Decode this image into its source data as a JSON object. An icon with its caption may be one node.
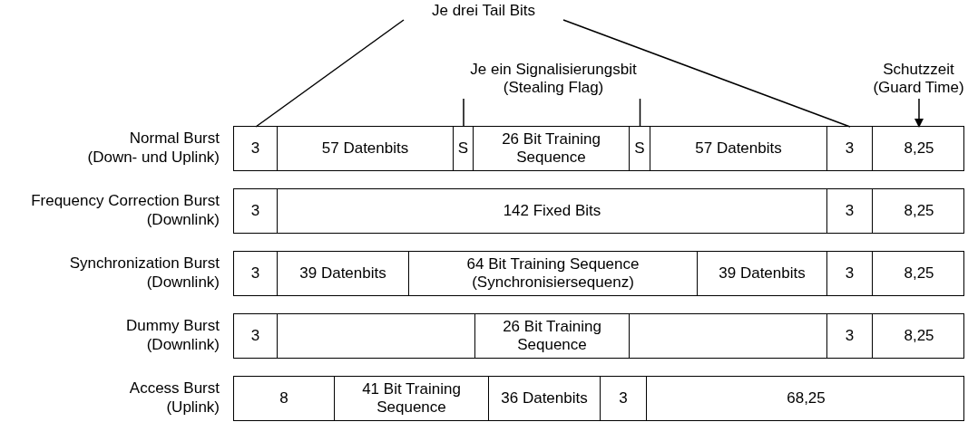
{
  "diagram": {
    "nodes": [
      {
        "text": [
          "Je drei Tail Bits"
        ]
      },
      {
        "text": [
          "Je ein Signalisierungsbit (Stealing Flag)"
        ]
      },
      {
        "text": [
          "Schutzzeit (Guard Time)"
        ]
      },
      {
        "text": [
          "Normal Burst (Down- und Uplink)"
        ]
      },
      {
        "text": [
          "3"
        ],
        "in": 3
      },
      {
        "text": [
          "57 Datenbits"
        ],
        "in": 3
      },
      {
        "text": [
          "S"
        ],
        "in": 3
      },
      {
        "text": [
          "26 Bit Training Sequence"
        ],
        "in": 3
      },
      {
        "text": [
          "S"
        ],
        "in": 3
      },
      {
        "text": [
          "57 Datenbits"
        ],
        "in": 3
      },
      {
        "text": [
          "3"
        ],
        "in": 3
      },
      {
        "text": [
          "8,25"
        ],
        "in": 3
      },
      {
        "text": [
          "Frequency Correction Burst (Downlink)"
        ]
      },
      {
        "text": [
          "3"
        ],
        "in": 12
      },
      {
        "text": [
          "142 Fixed Bits"
        ],
        "in": 12
      },
      {
        "text": [
          "3"
        ],
        "in": 12
      },
      {
        "text": [
          "8,25"
        ],
        "in": 12
      },
      {
        "text": [
          "Synchronization Burst (Downlink)"
        ]
      },
      {
        "text": [
          "3"
        ],
        "in": 17
      },
      {
        "text": [
          "39 Datenbits"
        ],
        "in": 17
      },
      {
        "text": [
          "64 Bit Training Sequence (Synchronisiersequenz)"
        ],
        "in": 17
      },
      {
        "text": [
          "39 Datenbits"
        ],
        "in": 17
      },
      {
        "text": [
          "3"
        ],
        "in": 17
      },
      {
        "text": [
          "8,25"
        ],
        "in": 17
      },
      {
        "text": [
          "Dummy Burst (Downlink)"
        ]
      },
      {
        "text": [
          "3"
        ],
        "in": 24
      },
      {
        "text": [],
        "shape": "box",
        "in": 24
      },
      {
        "text": [
          "26 Bit Training Sequence"
        ],
        "in": 24
      },
      {
        "text": [],
        "shape": "box",
        "in": 24
      },
      {
        "text": [
          "3"
        ],
        "in": 24
      },
      {
        "text": [
          "8,25"
        ],
        "in": 24
      },
      {
        "text": [
          "Access Burst (Uplink)"
        ]
      },
      {
        "text": [
          "8"
        ],
        "in": 31
      },
      {
        "text": [
          "41 Bit Training Sequence"
        ],
        "in": 31
      },
      {
        "text": [
          "36 Datenbits"
        ],
        "in": 31
      },
      {
        "text": [
          "3"
        ],
        "in": 31
      },
      {
        "text": [
          "68,25"
        ],
        "in": 31
      }
    ],
    "edges": [
      {
        "from": 0,
        "to": 4,
        "arrow": "none"
      },
      {
        "from": 0,
        "to": 10,
        "arrow": "none"
      },
      {
        "from": 1,
        "to": 6,
        "arrow": "none"
      },
      {
        "from": 1,
        "to": 8,
        "arrow": "none"
      },
      {
        "from": 2,
        "to": 11,
        "arrow": "to"
      }
    ]
  }
}
